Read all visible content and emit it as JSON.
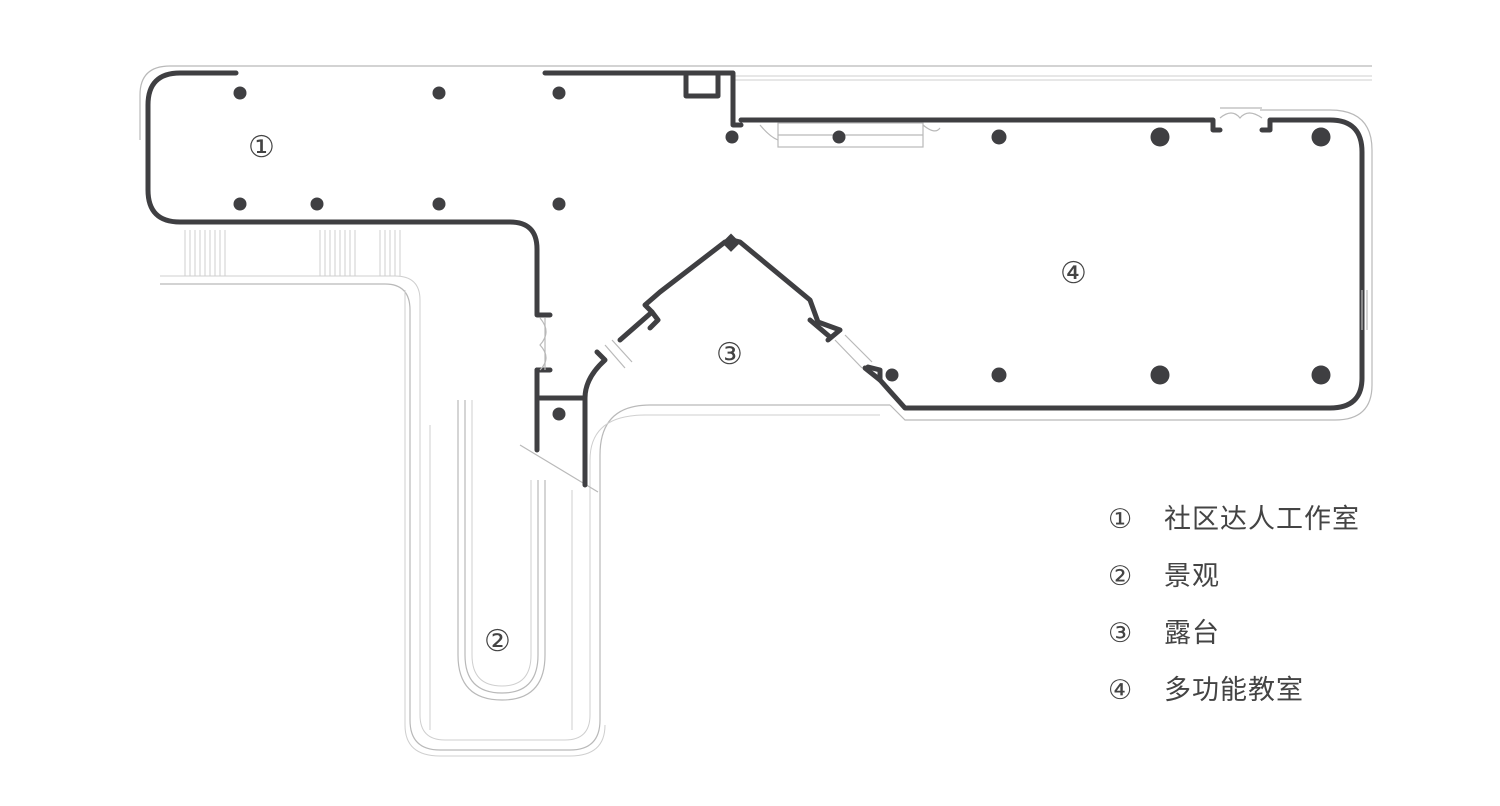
{
  "rooms": [
    {
      "id": "1",
      "marker": "①"
    },
    {
      "id": "2",
      "marker": "②"
    },
    {
      "id": "3",
      "marker": "③"
    },
    {
      "id": "4",
      "marker": "④"
    }
  ],
  "legend": [
    {
      "marker": "①",
      "label": "社区达人工作室"
    },
    {
      "marker": "②",
      "label": "景观"
    },
    {
      "marker": "③",
      "label": "露台"
    },
    {
      "marker": "④",
      "label": "多功能教室"
    }
  ]
}
